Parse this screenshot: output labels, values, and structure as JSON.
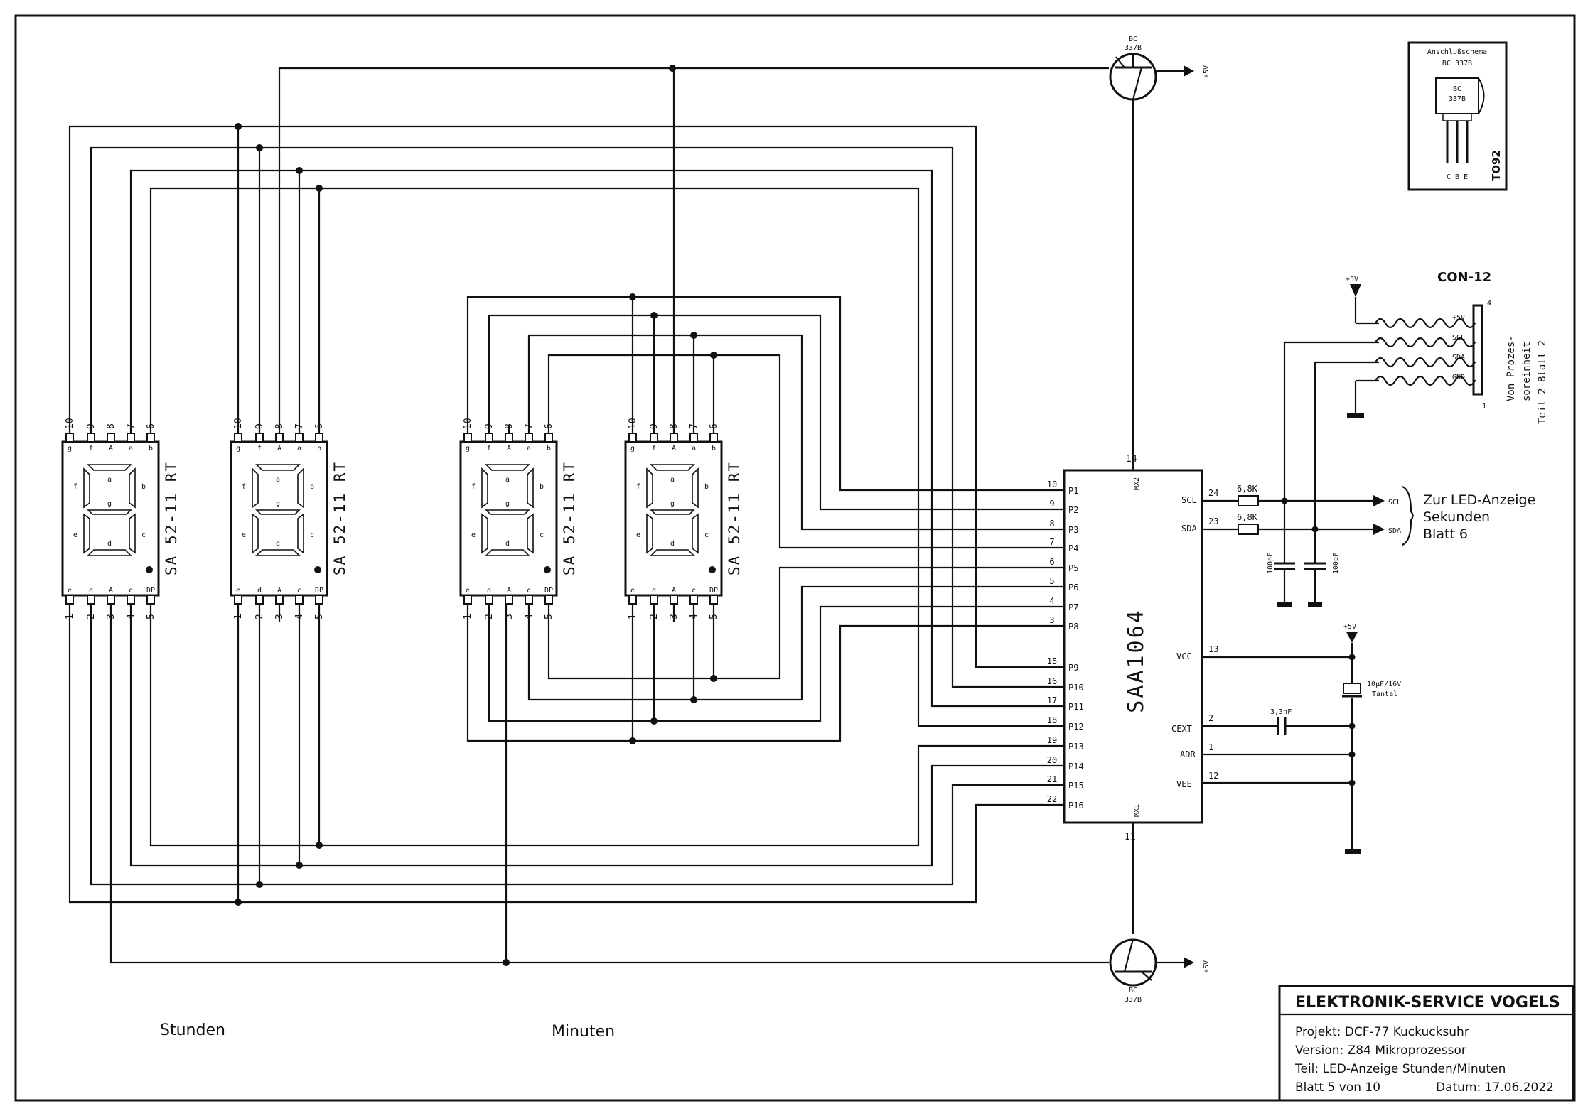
{
  "title_block": {
    "company": "ELEKTRONIK-SERVICE VOGELS",
    "projekt": "Projekt: DCF-77 Kuckucksuhr",
    "version": "Version: Z84 Mikroprozessor",
    "teil": "Teil: LED-Anzeige  Stunden/Minuten",
    "blatt": "Blatt 5 von 10",
    "datum": "Datum: 17.06.2022"
  },
  "labels": {
    "stunden": "Stunden",
    "minuten": "Minuten"
  },
  "display_part": "SA 52-11 RT",
  "display_top_pins": [
    "10",
    "9",
    "8",
    "7",
    "6"
  ],
  "display_top_segs": [
    "g",
    "f",
    "A",
    "a",
    "b"
  ],
  "display_bottom_pins": [
    "1",
    "2",
    "3",
    "4",
    "5"
  ],
  "display_bottom_segs": [
    "e",
    "d",
    "A",
    "c",
    "DP"
  ],
  "display_inner_labels": {
    "a": "a",
    "b": "b",
    "c": "c",
    "d": "d",
    "e": "e",
    "f": "f",
    "g": "g"
  },
  "ic": {
    "name": "SAA1064",
    "left_pins": [
      {
        "num": "10",
        "label": "P1"
      },
      {
        "num": "9",
        "label": "P2"
      },
      {
        "num": "8",
        "label": "P3"
      },
      {
        "num": "7",
        "label": "P4"
      },
      {
        "num": "6",
        "label": "P5"
      },
      {
        "num": "5",
        "label": "P6"
      },
      {
        "num": "4",
        "label": "P7"
      },
      {
        "num": "3",
        "label": "P8"
      },
      {
        "num": "15",
        "label": "P9"
      },
      {
        "num": "16",
        "label": "P10"
      },
      {
        "num": "17",
        "label": "P11"
      },
      {
        "num": "18",
        "label": "P12"
      },
      {
        "num": "19",
        "label": "P13"
      },
      {
        "num": "20",
        "label": "P14"
      },
      {
        "num": "21",
        "label": "P15"
      },
      {
        "num": "22",
        "label": "P16"
      }
    ],
    "right_pins": [
      {
        "num": "24",
        "label": "SCL"
      },
      {
        "num": "23",
        "label": "SDA"
      },
      {
        "num": "13",
        "label": "VCC"
      },
      {
        "num": "2",
        "label": "CEXT"
      },
      {
        "num": "1",
        "label": "ADR"
      },
      {
        "num": "12",
        "label": "VEE"
      }
    ],
    "top_pin": {
      "num": "14",
      "label": "MX2"
    },
    "bottom_pin": {
      "num": "11",
      "label": "MX1"
    }
  },
  "transistor_top": {
    "name": "BC",
    "type": "337B",
    "supply": "+5V"
  },
  "transistor_bottom": {
    "name": "BC",
    "type": "337B",
    "supply": "+5V"
  },
  "pinout_box": {
    "title": "Anschlußschema",
    "subtitle": "BC 337B",
    "body1": "BC",
    "body2": "337B",
    "pins": "C B E",
    "package": "TO92"
  },
  "connector": {
    "name": "CON-12",
    "supply": "+5V",
    "pins": [
      "+5V",
      "SCL",
      "SDA",
      "GND"
    ],
    "pin_top": "4",
    "pin_bottom": "1",
    "note1": "Von Prozes-",
    "note2": "soreinheit",
    "note3": "Teil 2  Blatt 2"
  },
  "passives": {
    "r_scl": "6,8K",
    "r_sda": "6,8K",
    "c1": "100pF",
    "c2": "100pF",
    "c_ext": "3,3nF",
    "c_vcc": "10µF/16V",
    "c_vcc2": "Tantal",
    "vcc_supply": "+5V"
  },
  "outputs": {
    "scl": "SCL",
    "sda": "SDA",
    "dest1": "Zur LED-Anzeige",
    "dest2": "Sekunden",
    "dest3": "Blatt 6"
  }
}
